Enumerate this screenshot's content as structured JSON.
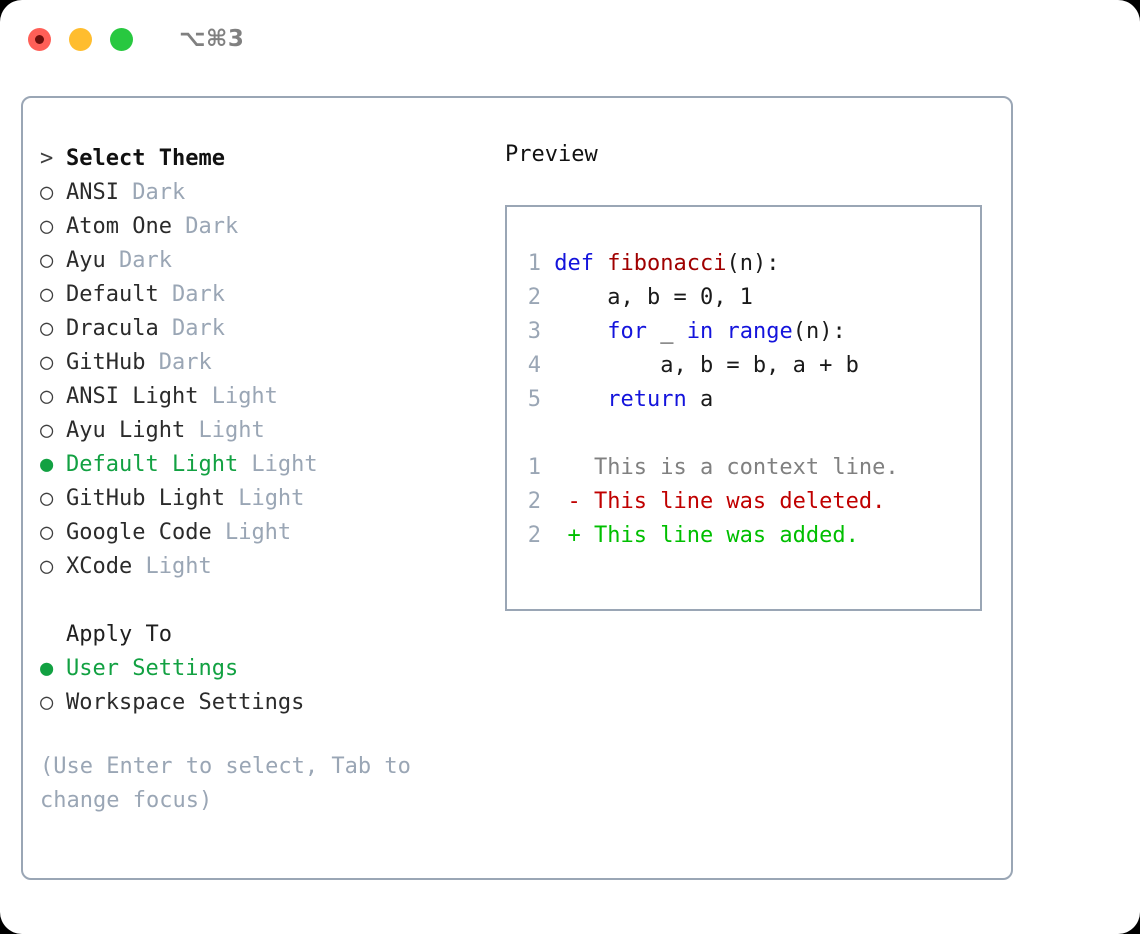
{
  "titlebar": {
    "shortcut": "⌥⌘3",
    "buttons": [
      "close",
      "minimize",
      "maximize"
    ]
  },
  "left": {
    "heading": {
      "prefix": ">",
      "label": "Select Theme"
    },
    "themes": [
      {
        "marker": "○",
        "label": "ANSI",
        "variant": "Dark",
        "selected": false
      },
      {
        "marker": "○",
        "label": "Atom One",
        "variant": "Dark",
        "selected": false
      },
      {
        "marker": "○",
        "label": "Ayu",
        "variant": "Dark",
        "selected": false
      },
      {
        "marker": "○",
        "label": "Default",
        "variant": "Dark",
        "selected": false
      },
      {
        "marker": "○",
        "label": "Dracula",
        "variant": "Dark",
        "selected": false
      },
      {
        "marker": "○",
        "label": "GitHub",
        "variant": "Dark",
        "selected": false
      },
      {
        "marker": "○",
        "label": "ANSI Light",
        "variant": "Light",
        "selected": false
      },
      {
        "marker": "○",
        "label": "Ayu Light",
        "variant": "Light",
        "selected": false
      },
      {
        "marker": "●",
        "label": "Default Light",
        "variant": "Light",
        "selected": true
      },
      {
        "marker": "○",
        "label": "GitHub Light",
        "variant": "Light",
        "selected": false
      },
      {
        "marker": "○",
        "label": "Google Code",
        "variant": "Light",
        "selected": false
      },
      {
        "marker": "○",
        "label": "XCode",
        "variant": "Light",
        "selected": false
      }
    ],
    "apply_to": {
      "heading": "Apply To",
      "options": [
        {
          "marker": "●",
          "label": "User Settings",
          "selected": true
        },
        {
          "marker": "○",
          "label": "Workspace Settings",
          "selected": false
        }
      ]
    },
    "hint": "(Use Enter to select, Tab to change focus)"
  },
  "right": {
    "title": "Preview",
    "code_lines": [
      {
        "n": "1",
        "tokens": [
          {
            "t": "def ",
            "c": "kw"
          },
          {
            "t": "fibonacci",
            "c": "fn"
          },
          {
            "t": "(n):",
            "c": "plain"
          }
        ]
      },
      {
        "n": "2",
        "tokens": [
          {
            "t": "    a, b = 0, 1",
            "c": "plain"
          }
        ]
      },
      {
        "n": "3",
        "tokens": [
          {
            "t": "    ",
            "c": "plain"
          },
          {
            "t": "for",
            "c": "kw"
          },
          {
            "t": " _ ",
            "c": "plain"
          },
          {
            "t": "in",
            "c": "kw"
          },
          {
            "t": " ",
            "c": "plain"
          },
          {
            "t": "range",
            "c": "kw"
          },
          {
            "t": "(n):",
            "c": "plain"
          }
        ]
      },
      {
        "n": "4",
        "tokens": [
          {
            "t": "        a, b = b, a + b",
            "c": "plain"
          }
        ]
      },
      {
        "n": "5",
        "tokens": [
          {
            "t": "    ",
            "c": "plain"
          },
          {
            "t": "return",
            "c": "kw"
          },
          {
            "t": " a",
            "c": "plain"
          }
        ]
      }
    ],
    "diff_lines": [
      {
        "n": "1",
        "marker": " ",
        "text": "This is a context line.",
        "kind": "ctx"
      },
      {
        "n": "2",
        "marker": "-",
        "text": "This line was deleted.",
        "kind": "del"
      },
      {
        "n": "2",
        "marker": "+",
        "text": "This line was added.",
        "kind": "add"
      }
    ]
  },
  "colors": {
    "accent_green": "#12a142",
    "muted": "#9aa6b5",
    "keyword_blue": "#1414dc",
    "function_red": "#a00000",
    "diff_added": "#00bf00",
    "diff_deleted": "#c00000",
    "border": "#9aa6b5"
  }
}
